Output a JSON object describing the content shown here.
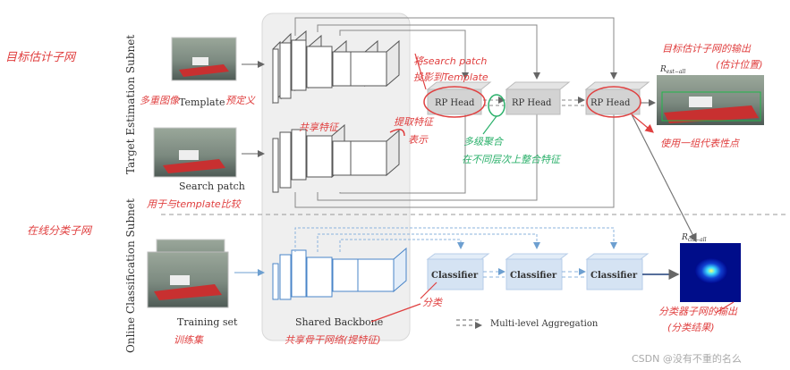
{
  "subnets": {
    "target": "Target Estimation Subnet",
    "online": "Online Classification Subnet"
  },
  "inputs": {
    "template": "Template",
    "search": "Search patch",
    "training": "Training set"
  },
  "backbone": "Shared Backbone",
  "heads": {
    "rp": [
      "RP Head",
      "RP Head",
      "RP Head"
    ],
    "classifier": [
      "Classifier",
      "Classifier",
      "Classifier"
    ]
  },
  "outputs": {
    "r_est": "R",
    "r_est_sub": "est−all",
    "r_cls": "R",
    "r_cls_sub": "cls−all"
  },
  "legend": "Multi-level Aggregation",
  "annotations": {
    "a1": "目标估计子网",
    "a2": "多重图像",
    "a3": "预定义",
    "a4": "共享特征",
    "a5": "提取特征",
    "a6": "表示",
    "a7": "将search patch",
    "a8": "投影到Template",
    "a9": "多级聚合",
    "a10": "在不同层次上整合特征",
    "a11": "目标估计子网的输出",
    "a12": "(估计位置)",
    "a13": "使用一组代表性点",
    "a14": "用于与template比较",
    "a15": "在线分类子网",
    "a16": "分类",
    "a17": "分类器子网的输出",
    "a18": "(分类结果)",
    "a19": "训练集",
    "a20": "共享骨干网络(提特征)"
  },
  "watermark": "CSDN @没有不重的名么",
  "colors": {
    "red": "#e04040",
    "green": "#2ab06a",
    "blue": "#3b7fc4",
    "gray": "#777777"
  }
}
